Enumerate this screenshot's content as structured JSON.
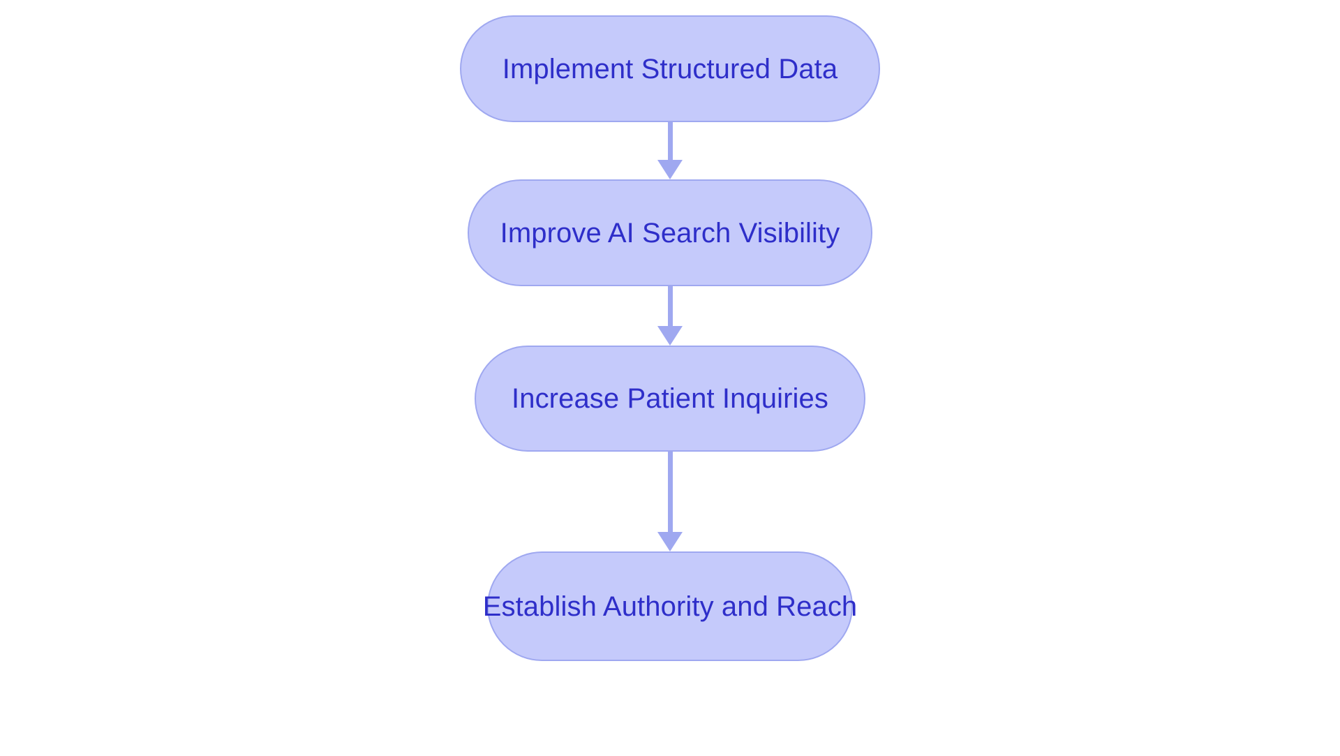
{
  "diagram": {
    "type": "flowchart",
    "orientation": "top-to-bottom",
    "background_color": "#ffffff",
    "node_fill_color": "#c5cafb",
    "node_border_color": "#9fa8f0",
    "node_text_color": "#2e2ec9",
    "connector_color": "#9fa8f0",
    "node_shape": "stadium",
    "nodes": [
      {
        "id": "n1",
        "label": "Implement Structured Data"
      },
      {
        "id": "n2",
        "label": "Improve AI Search Visibility"
      },
      {
        "id": "n3",
        "label": "Increase Patient Inquiries"
      },
      {
        "id": "n4",
        "label": "Establish Authority and Reach"
      }
    ],
    "edges": [
      {
        "from": "n1",
        "to": "n2",
        "label": "",
        "arrowhead": "triangle-down"
      },
      {
        "from": "n2",
        "to": "n3",
        "label": "",
        "arrowhead": "triangle-down"
      },
      {
        "from": "n3",
        "to": "n4",
        "label": "",
        "arrowhead": "triangle-down"
      }
    ]
  }
}
